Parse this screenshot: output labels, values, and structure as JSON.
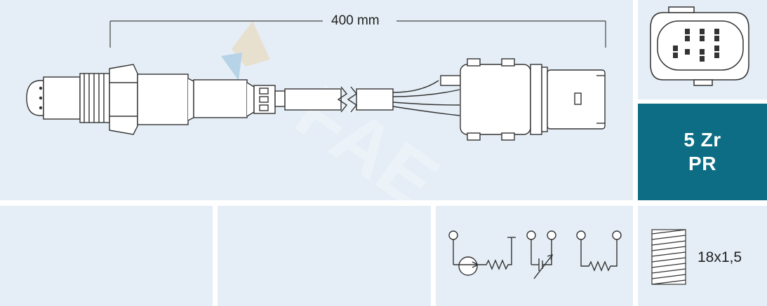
{
  "dimension": {
    "length_label": "400 mm"
  },
  "badge": {
    "line1": "5 Zr",
    "line2": "PR"
  },
  "thread": {
    "label": "18x1,5"
  },
  "colors": {
    "panel_bg": "#e5eef6",
    "badge_bg": "#0d6d84",
    "badge_text": "#ffffff",
    "line": "#333333"
  },
  "watermark": {
    "text": "FAE"
  }
}
